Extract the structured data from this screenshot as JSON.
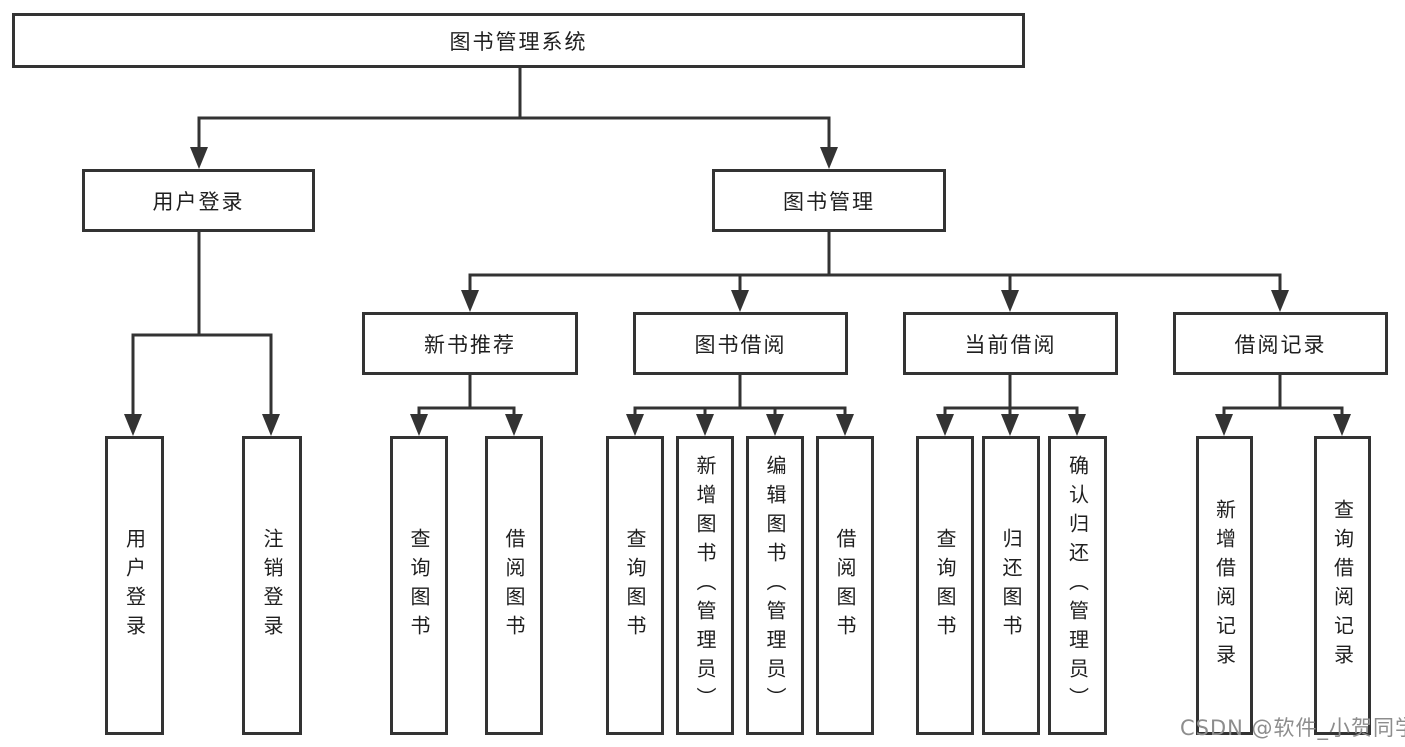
{
  "tree": {
    "label": "图书管理系统",
    "children": [
      {
        "label": "用户登录",
        "children": [
          {
            "label": "用户登录"
          },
          {
            "label": "注销登录"
          }
        ]
      },
      {
        "label": "图书管理",
        "children": [
          {
            "label": "新书推荐",
            "children": [
              {
                "label": "查询图书"
              },
              {
                "label": "借阅图书"
              }
            ]
          },
          {
            "label": "图书借阅",
            "children": [
              {
                "label": "查询图书"
              },
              {
                "label": "新增图书（管理员）"
              },
              {
                "label": "编辑图书（管理员）"
              },
              {
                "label": "借阅图书"
              }
            ]
          },
          {
            "label": "当前借阅",
            "children": [
              {
                "label": "查询图书"
              },
              {
                "label": "归还图书"
              },
              {
                "label": "确认归还（管理员）"
              }
            ]
          },
          {
            "label": "借阅记录",
            "children": [
              {
                "label": "新增借阅记录"
              },
              {
                "label": "查询借阅记录"
              }
            ]
          }
        ]
      }
    ]
  },
  "watermark": {
    "text": "CSDN @软件_小贺同学"
  },
  "style": {
    "line_color": "#333333",
    "box_border_color": "#333333",
    "text_color": "#1f1f1f",
    "watermark_color": "#8d8d8d",
    "background": "#ffffff"
  }
}
